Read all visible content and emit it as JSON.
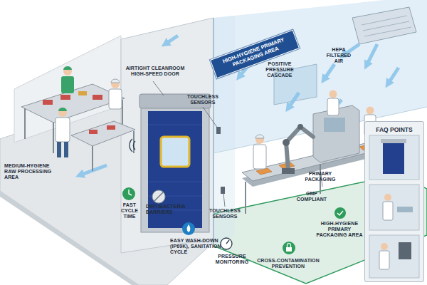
{
  "diagram": {
    "nodes": [
      {
        "text": [
          "HIGH-HYGIENE PRIMARY PACKAGING AREA"
        ]
      },
      {
        "text": [
          "FAQ POINTS"
        ]
      }
    ],
    "labels": [
      "MEDIUM-HYGIENE RAW PROCESSING AREA",
      "AIRTIGHT CLEANROOM HIGH-SPEED DOOR",
      "POSITIVE PRESSURE CASCADE",
      "HEPA FILTERED AIR",
      "TOUCHLESS SENSORS",
      "FAST CYCLE TIME",
      "DIRT/BACTERIA BARRIERS",
      "EASY WASH-DOWN (IP69K), SANITATION CYCLE",
      "TOUCHLESS SENSORS",
      "PRESSURE MONITORING",
      "PRIMARY PACKAGING",
      "GMP COMPLIANT",
      "CROSS-CONTAMINATION PREVENTION",
      "HIGH-HYGIENE PRIMARY PACKAGING AREA"
    ]
  }
}
